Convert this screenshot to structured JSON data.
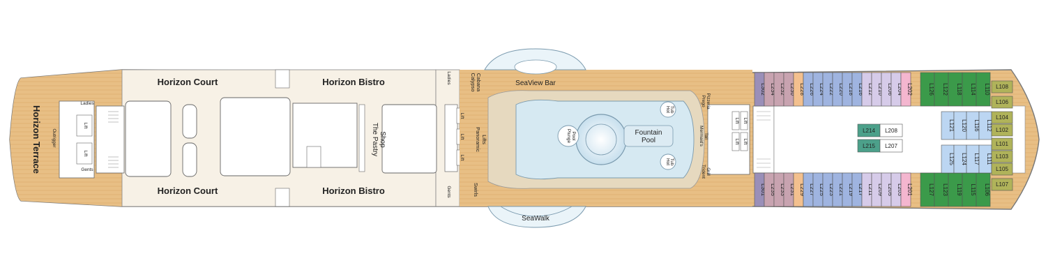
{
  "labels": {
    "horizon_terrace": "Horizon Terrace",
    "horizon_court_top": "Horizon Court",
    "horizon_court_bottom": "Horizon Court",
    "horizon_bistro_top": "Horizon Bistro",
    "horizon_bistro_bottom": "Horizon Bistro",
    "pastry_shop_l1": "The Pastry",
    "pastry_shop_l2": "Shop",
    "seaview_bar": "SeaView Bar",
    "seawalk": "SeaWalk",
    "fountain_pool_l1": "Fountain",
    "fountain_pool_l2": "Pool",
    "plunge_pool_l1": "Plunge",
    "plunge_pool_l2": "Pool",
    "hot_tub_top_l1": "Hot",
    "hot_tub_top_l2": "Tub",
    "hot_tub_bottom_l1": "Hot",
    "hot_tub_bottom_l2": "Tub",
    "panoramic_lifts_l1": "Panoramic",
    "panoramic_lifts_l2": "Lifts",
    "calypso_cabana_l1": "Calypso",
    "calypso_cabana_l2": "Cabana",
    "swirls": "Swirls",
    "ladies_mid": "Ladies",
    "gents_mid": "Gents",
    "ladies_fwd": "Ladies",
    "gents_fwd": "Gents",
    "outrigger": "Outrigger",
    "prego_pizzeria_l1": "Prego",
    "prego_pizzeria_l2": "Pizzeria",
    "mermaids_tail_l1": "Mermaid's",
    "mermaids_tail_l2": "Tail",
    "trident_grill_l1": "Trident",
    "trident_grill_l2": "Grill",
    "lift": "Lift"
  },
  "cabins": {
    "aft_top": [
      "L302",
      "L234",
      "L232",
      "L230",
      "L228",
      "L226",
      "L224",
      "L222",
      "L220",
      "L218",
      "L216",
      "L212",
      "L210",
      "L206",
      "L204",
      "L202"
    ],
    "aft_bottom": [
      "L301",
      "L235",
      "L233",
      "L231",
      "L229",
      "L227",
      "L225",
      "L223",
      "L221",
      "L219",
      "L217",
      "L211",
      "L209",
      "L205",
      "L203",
      "L201"
    ],
    "mid_inner": [
      "L214",
      "L208",
      "L215",
      "L207"
    ],
    "fwd_top": [
      "L126",
      "L122",
      "L118",
      "L114",
      "L110"
    ],
    "fwd_bottom": [
      "L127",
      "L123",
      "L119",
      "L115",
      "L106"
    ],
    "fwd_inner": [
      "L121",
      "L120",
      "L116",
      "L112",
      "L125",
      "L124",
      "L117",
      "L111"
    ],
    "bow": [
      "L108",
      "L106",
      "L104",
      "L102",
      "L101",
      "L103",
      "L105",
      "L107"
    ]
  },
  "colors": {
    "deck_wood": "#e8bf85",
    "interior": "#f7f1e6",
    "pool_water": "#d6e9f2",
    "cabin_purple": "#9a8fb8",
    "cabin_mauve": "#c8a3b0",
    "cabin_orange": "#f3c08e",
    "cabin_blue": "#9fb4e0",
    "cabin_lavender": "#d6cbe9",
    "cabin_pink": "#f4b6cf",
    "cabin_green": "#3b9a4a",
    "cabin_olive": "#b0b35a",
    "cabin_teal": "#4ca08a",
    "cabin_light_blue": "#bcd6f2"
  }
}
